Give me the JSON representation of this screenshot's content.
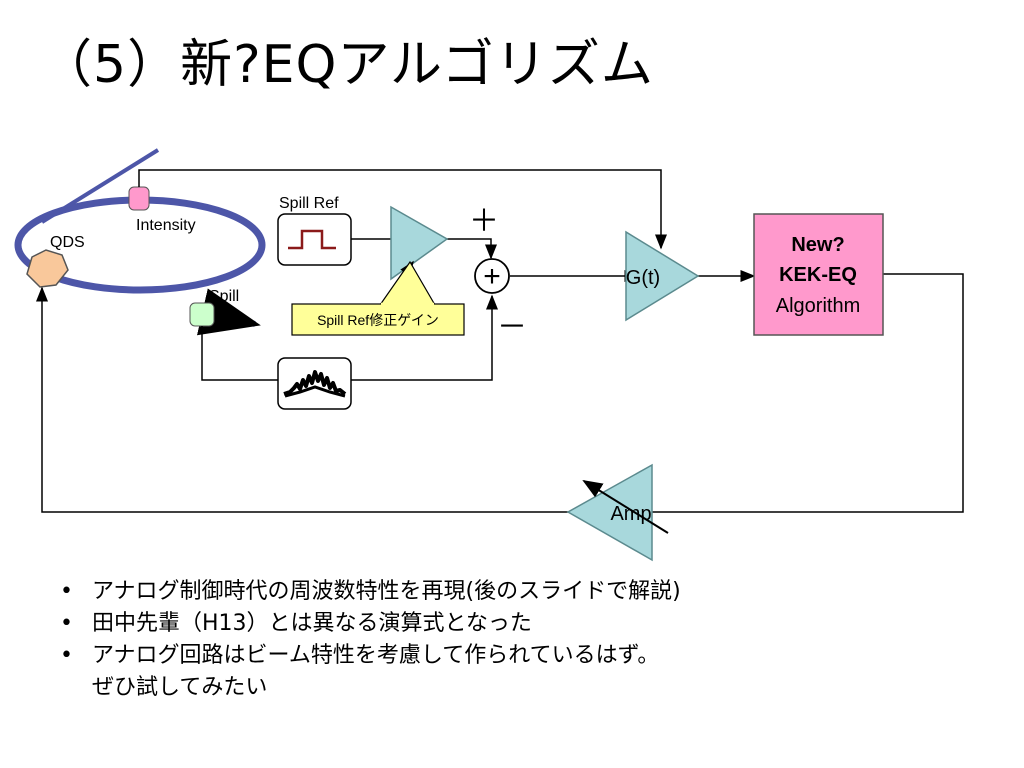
{
  "title": "（5）新?EQアルゴリズム",
  "diagram": {
    "ring_labels": {
      "intensity": "Intensity",
      "qds": "QDS",
      "spill": "Spill"
    },
    "spill_ref": "Spill Ref",
    "gain_callout": "Spill Ref修正ゲイン",
    "plus_sign": "＋",
    "minus_sign": "－",
    "summer_symbol": "+",
    "gain_block": "G(t)",
    "algorithm_box": {
      "line1": "New?",
      "line2": "KEK-EQ",
      "line3": "Algorithm"
    },
    "amp": "Amp",
    "colors": {
      "ring": "#4d56a8",
      "triangle_fill": "#a8d8dc",
      "algorithm_fill": "#ff99cc",
      "callout_fill": "#ffff99",
      "intensity_monitor": "#ff99cc",
      "spill_monitor": "#ccffcc",
      "qds_fill": "#f9c89b"
    }
  },
  "bullets": [
    {
      "text": "アナログ制御時代の周波数特性を再現(後のスライドで解説)"
    },
    {
      "text": "田中先輩（H13）とは異なる演算式となった"
    },
    {
      "text": "アナログ回路はビーム特性を考慮して作られているはず。",
      "cont": "ぜひ試してみたい"
    }
  ]
}
